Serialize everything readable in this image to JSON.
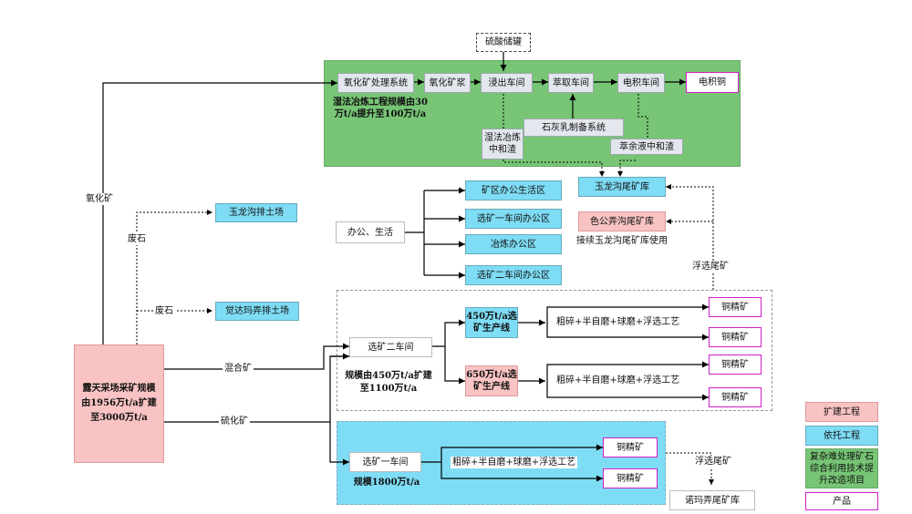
{
  "nodes": {
    "oxide_treatment": "氧化矿处理系统",
    "leach_shop": "浸出车间",
    "extract_shop": "萃取车间",
    "electrowin_shop": "电积车间",
    "cathode_copper": "电积铜",
    "acid_tank": "硫酸储罐",
    "lime_system": "石灰乳制备系统",
    "hydro_residue": "湿法冶炼中和渣",
    "raffinate_residue": "萃余液中和渣",
    "hydro_scale": "湿法冶炼工程规模由30万t/a提升至100万t/a",
    "yulonggou_tailings": "玉龙沟尾矿库",
    "segongnong_tailings": "色公弄沟尾矿库",
    "segongnong_note": "接续玉龙沟尾矿库使用",
    "mine_office": "矿区办公生活区",
    "conc1_office": "选矿一车间办公区",
    "smelt_office": "冶炼办公区",
    "conc2_office": "选矿二车间办公区",
    "office_life": "办公、生活",
    "yulonggou_dump": "玉龙沟排土场",
    "juedamanong_dump": "觉达玛弄排土场",
    "open_pit": "露天采场采矿规模由1956万t/a扩建至3000万t/a",
    "conc2_shop": "选矿二车间",
    "conc2_scale": "规模由450万t/a扩建至1100万t/a",
    "line_450": "450万t/a选矿生产线",
    "line_650": "650万t/a选矿生产线",
    "process_a": "粗碎+半自磨+球磨+浮选工艺",
    "process_b": "粗碎+半自磨+球磨+浮选工艺",
    "process_c": "粗碎+半自磨+球磨+浮选工艺",
    "copper_conc_1": "铜精矿",
    "copper_conc_2": "铜精矿",
    "copper_conc_3": "铜精矿",
    "copper_conc_4": "铜精矿",
    "copper_conc_5": "铜精矿",
    "copper_conc_6": "铜精矿",
    "conc1_shop": "选矿一车间",
    "conc1_scale": "规模1800万t/a",
    "nuomanong_tailings": "诺玛弄尾矿库"
  },
  "labels": {
    "oxide_ore": "氧化矿",
    "oxide_slurry": "氧化矿浆",
    "waste_rock_1": "废石",
    "waste_rock_2": "废石",
    "mixed_ore": "混合矿",
    "sulfide_ore": "硫化矿",
    "flotation_tailings_1": "浮选尾矿",
    "flotation_tailings_2": "浮选尾矿"
  },
  "legend": {
    "expansion": "扩建工程",
    "relying": "依托工程",
    "upgrade": "复杂难处理矿石综合利用技术提升改造项目",
    "product": "产品"
  },
  "colors": {
    "pink": "#f9c3c3",
    "blue": "#7fdcf5",
    "green": "#77c575",
    "product_border": "#d020c8"
  }
}
